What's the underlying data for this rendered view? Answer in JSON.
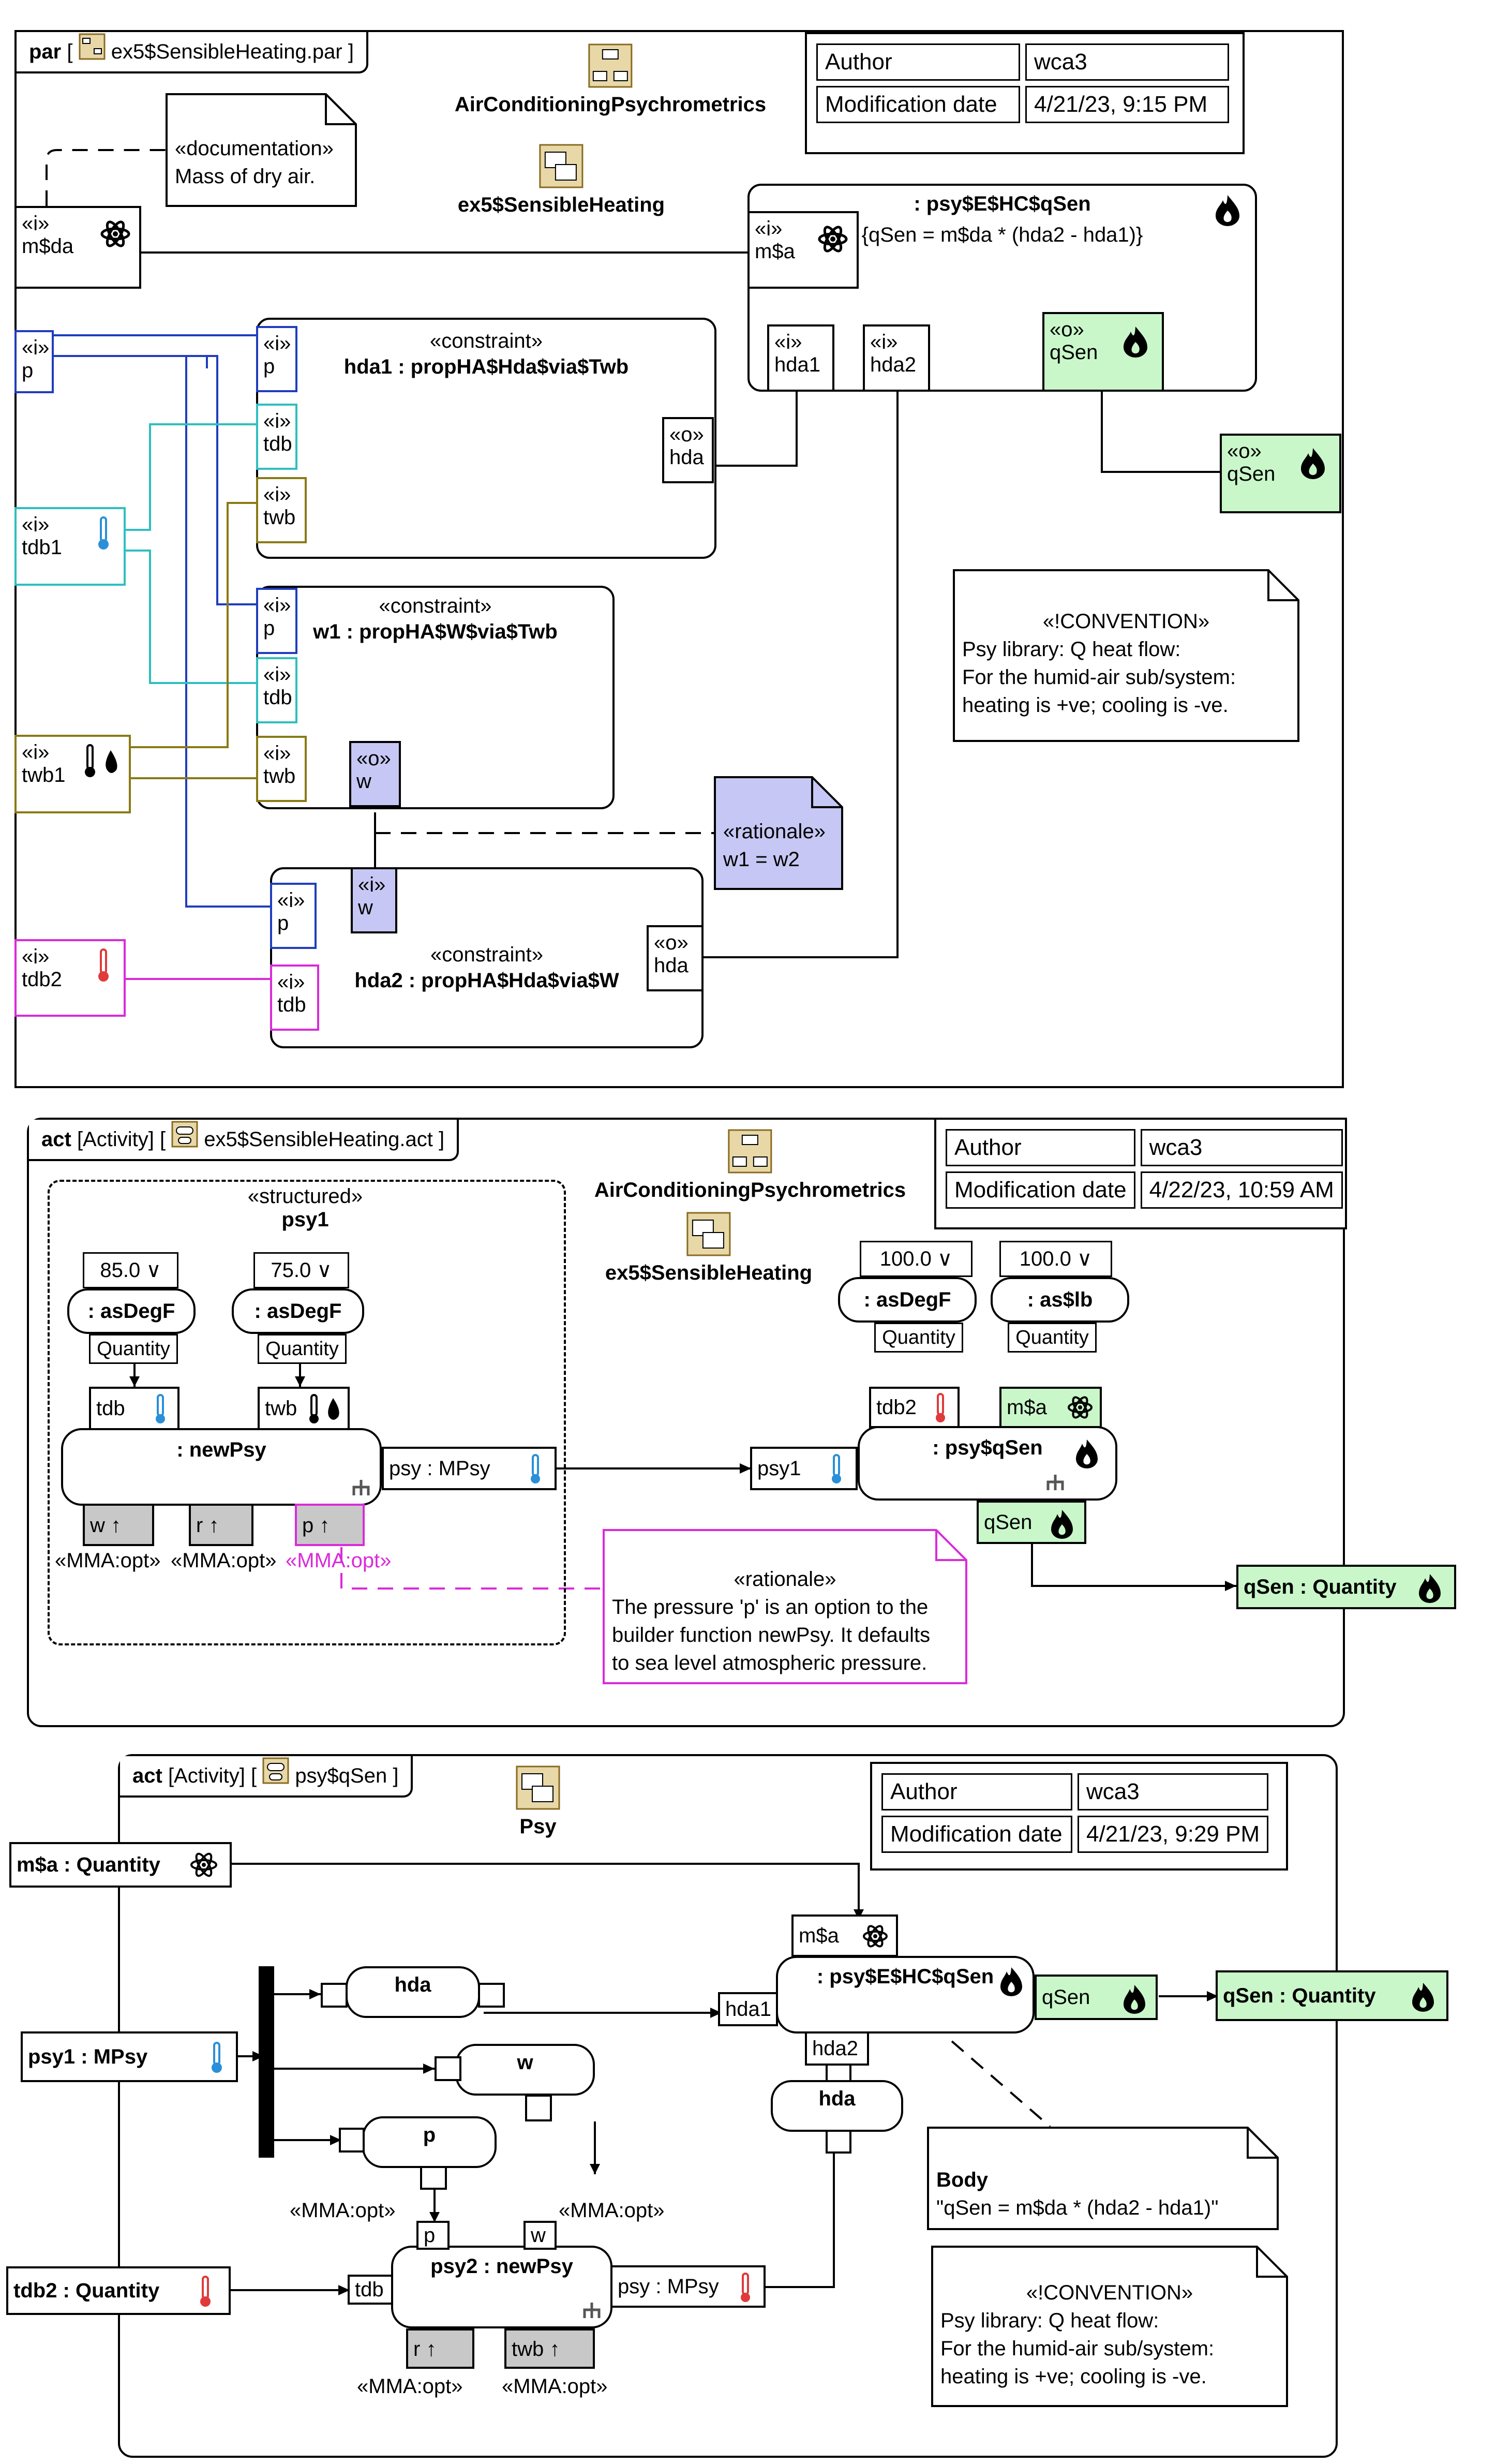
{
  "par": {
    "tab_kind": "par",
    "tab_name": "ex5$SensibleHeating.par",
    "pkg1": "AirConditioningPsychrometrics",
    "pkg2": "ex5$SensibleHeating",
    "meta": {
      "author_label": "Author",
      "author_value": "wca3",
      "date_label": "Modification date",
      "date_value": "4/21/23, 9:15 PM"
    },
    "doc_note": {
      "stereo": "«documentation»",
      "text": "Mass of dry air."
    },
    "mda_pin": {
      "stereo": "«i»",
      "name": "m$da"
    },
    "p_pin": {
      "stereo": "«i»",
      "name": "p"
    },
    "tdb1_pin": {
      "stereo": "«i»",
      "name": "tdb1"
    },
    "twb1_pin": {
      "stereo": "«i»",
      "name": "twb1"
    },
    "tdb2_pin": {
      "stereo": "«i»",
      "name": "tdb2"
    },
    "hda1_block": {
      "stereo": "«constraint»",
      "name": "hda1 : propHA$Hda$via$Twb",
      "pins": {
        "p": "p",
        "tdb": "tdb",
        "twb": "twb",
        "hda": "hda"
      }
    },
    "w1_block": {
      "stereo": "«constraint»",
      "name": "w1 : propHA$W$via$Twb",
      "pins": {
        "p": "p",
        "tdb": "tdb",
        "twb": "twb",
        "w": "w"
      }
    },
    "hda2_block": {
      "stereo": "«constraint»",
      "name": "hda2 : propHA$Hda$via$W",
      "pins": {
        "p": "p",
        "tdb": "tdb",
        "w": "w",
        "hda": "hda"
      }
    },
    "qsen_block": {
      "name": ": psy$E$HC$qSen",
      "equation": "{qSen = m$da * (hda2 - hda1)}",
      "pins": {
        "ma": "m$a",
        "hda1": "hda1",
        "hda2": "hda2",
        "qSen": "qSen"
      }
    },
    "qsen_out": {
      "stereo": "«o»",
      "name": "qSen"
    },
    "rationale": {
      "stereo": "«rationale»",
      "text": "w1 = w2"
    },
    "convention": {
      "stereo": "«!CONVENTION»",
      "lines": [
        "Psy library: Q heat flow:",
        "For the humid-air sub/system:",
        "heating is +ve; cooling is -ve."
      ]
    },
    "stereo_in": "«i»",
    "stereo_out": "«o»"
  },
  "act1": {
    "tab_kind": "act",
    "tab_type": "[Activity]",
    "tab_name": "ex5$SensibleHeating.act",
    "pkg1": "AirConditioningPsychrometrics",
    "pkg2": "ex5$SensibleHeating",
    "meta": {
      "author_label": "Author",
      "author_value": "wca3",
      "date_label": "Modification date",
      "date_value": "4/22/23, 10:59 AM"
    },
    "structured": {
      "stereo": "«structured»",
      "name": "psy1"
    },
    "val1": "85.0 ∨",
    "val2": "75.0 ∨",
    "val3": "100.0 ∨",
    "val4": "100.0 ∨",
    "asDegF": ": asDegF",
    "asLb": ": as$lb",
    "quantity": "Quantity",
    "newPsy": ": newPsy",
    "pin_tdb": "tdb",
    "pin_twb": "twb",
    "pin_w": "w",
    "pin_r": "r",
    "pin_p": "p",
    "opt": "«MMA:opt»",
    "psy_out": "psy : MPsy",
    "psy1_in": "psy1",
    "qsen_action": ": psy$qSen",
    "pin_tdb2": "tdb2",
    "pin_ma": "m$a",
    "pin_qsen": "qSen",
    "qsen_param": "qSen : Quantity",
    "rationale": {
      "stereo": "«rationale»",
      "lines": [
        "The pressure 'p' is an option to the",
        "builder function newPsy. It defaults",
        "to sea level atmospheric pressure."
      ]
    }
  },
  "act2": {
    "tab_kind": "act",
    "tab_type": "[Activity]",
    "tab_name": "psy$qSen",
    "pkg": "Psy",
    "meta": {
      "author_label": "Author",
      "author_value": "wca3",
      "date_label": "Modification date",
      "date_value": "4/21/23, 9:29 PM"
    },
    "ma_param": "m$a : Quantity",
    "psy1_param": "psy1 : MPsy",
    "tdb2_param": "tdb2 : Quantity",
    "qsen_param": "qSen : Quantity",
    "hda_action": "hda",
    "w_action": "w",
    "p_action": "p",
    "hda2_action": "hda",
    "psy2_action": "psy2 : newPsy",
    "call_action": ": psy$E$HC$qSen",
    "pin_ma": "m$a",
    "pin_hda1": "hda1",
    "pin_hda2": "hda2",
    "pin_qsen": "qSen",
    "pin_p": "p",
    "pin_w": "w",
    "pin_tdb": "tdb",
    "pin_r": "r",
    "pin_twb": "twb",
    "psy_out": "psy : MPsy",
    "opt": "«MMA:opt»",
    "body": {
      "title": "Body",
      "text": "\"qSen = m$da * (hda2 - hda1)\""
    },
    "convention": {
      "stereo": "«!CONVENTION»",
      "lines": [
        "Psy library: Q heat flow:",
        "For the humid-air sub/system:",
        "heating is +ve; cooling is -ve."
      ]
    }
  }
}
